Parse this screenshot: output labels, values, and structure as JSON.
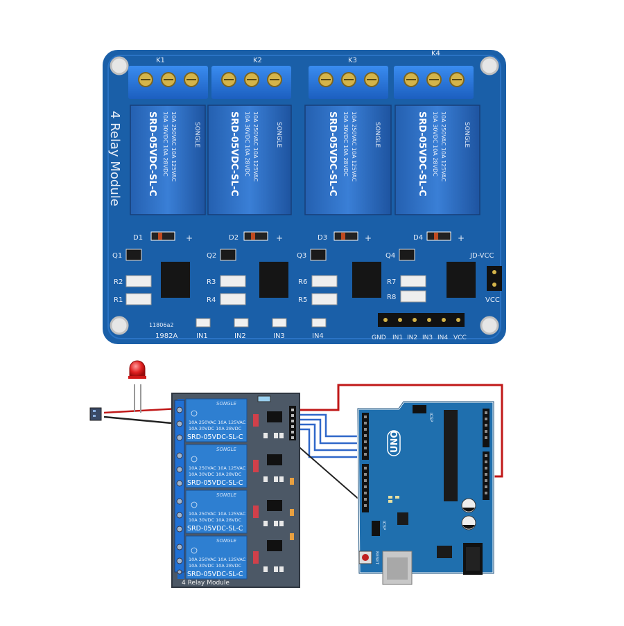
{
  "photo_board": {
    "relays": [
      {
        "terminal_label": "K1",
        "rating_lines": [
          "10A 250VAC  10A 125VAC",
          "10A  30VDC  10A  28VDC"
        ],
        "model": "SRD-05VDC-SL-C",
        "brand": "SONGLE"
      },
      {
        "terminal_label": "K2",
        "rating_lines": [
          "10A 250VAC  10A 125VAC",
          "10A  30VDC  10A  28VDC"
        ],
        "model": "SRD-05VDC-SL-C",
        "brand": "SONGLE"
      },
      {
        "terminal_label": "K3",
        "rating_lines": [
          "10A 250VAC  10A 125VAC",
          "10A  30VDC  10A  28VDC"
        ],
        "model": "SRD-05VDC-SL-C",
        "brand": "SONGLE"
      },
      {
        "terminal_label": "K4",
        "rating_lines": [
          "10A 250VAC  10A 125VAC",
          "10A  30VDC  10A  28VDC"
        ],
        "model": "SRD-05VDC-SL-C",
        "brand": "SONGLE"
      }
    ],
    "diodes": [
      "D1",
      "D2",
      "D3",
      "D4"
    ],
    "transistors": [
      "Q1",
      "Q2",
      "Q3",
      "Q4"
    ],
    "resistors_left": [
      "R2",
      "R1",
      "R3",
      "R4",
      "R6",
      "R5",
      "R7",
      "R8"
    ],
    "plus_sign": "+",
    "side_text": "4 Relay Module",
    "date_code_1": "11806a2",
    "date_code_2": "1982A",
    "led_labels": [
      "IN1",
      "IN2",
      "IN3",
      "IN4"
    ],
    "header_labels": [
      "GND",
      "IN1",
      "IN2",
      "IN3",
      "IN4",
      "VCC"
    ],
    "jumper_top": "JD-VCC",
    "jumper_bottom": "VCC"
  },
  "diagram": {
    "module": {
      "title": "4 Relay Module",
      "relay_brand": "SONGLE",
      "relay_line_1": "10A 250VAC  10A 125VAC",
      "relay_line_2": "10A  30VDC  10A  28VDC",
      "relay_model": "SRD-05VDC-SL-C"
    },
    "arduino": {
      "logo": "UNO",
      "icsp_top": "ICSP",
      "icsp_bottom": "ICSP",
      "reset_label": "RESET"
    },
    "colors": {
      "board_blue": "#1a5fa8",
      "module_gray": "#4c5866",
      "relay_blue": "#2e7fd1",
      "arduino_blue": "#1f6fae",
      "wire_red": "#c01818",
      "wire_blue": "#2f67c9",
      "wire_black": "#222222",
      "led_red": "#e02020"
    }
  }
}
